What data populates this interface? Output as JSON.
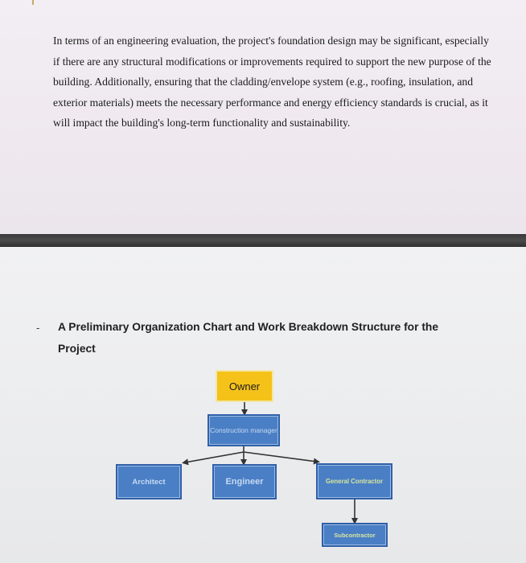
{
  "document": {
    "paragraph": "In terms of an engineering evaluation, the project's foundation design may be significant, especially if there are any structural modifications or improvements required to support the new purpose of the building. Additionally, ensuring that the cladding/envelope system (e.g., roofing, insulation, and exterior materials) meets the necessary performance and energy efficiency standards is crucial, as it will impact the building's long-term functionality and sustainability.",
    "bullet": "-",
    "heading": "A Preliminary Organization Chart and Work Breakdown Structure for the Project"
  },
  "org_chart": {
    "nodes": {
      "owner": "Owner",
      "construction_manager": "Construction manager",
      "architect": "Architect",
      "engineer": "Engineer",
      "general_contractor": "General Contractor",
      "subcontractor": "Subcontractor"
    },
    "colors": {
      "owner_fill": "#f5c21a",
      "node_fill": "#4a7fc5",
      "node_border": "#2f5fa8",
      "connector": "#333333"
    }
  }
}
